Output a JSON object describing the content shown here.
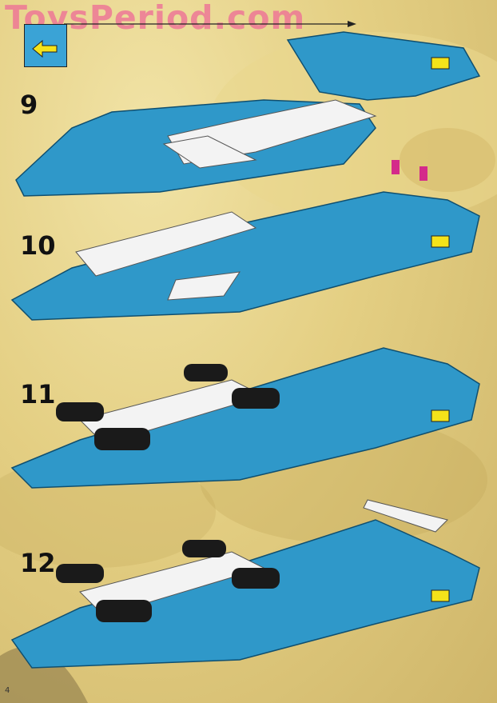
{
  "watermark": "ToysPeriod.com",
  "steps": [
    {
      "number": "9"
    },
    {
      "number": "10"
    },
    {
      "number": "11"
    },
    {
      "number": "12"
    }
  ],
  "page_number": "4",
  "colors": {
    "hull": "#2f98c9",
    "hull_dark": "#1f6f98",
    "plate": "#f3f3f3",
    "accent": "#d42a8a",
    "arrow": "#f4e31a",
    "engine": "#1a1a1a"
  }
}
